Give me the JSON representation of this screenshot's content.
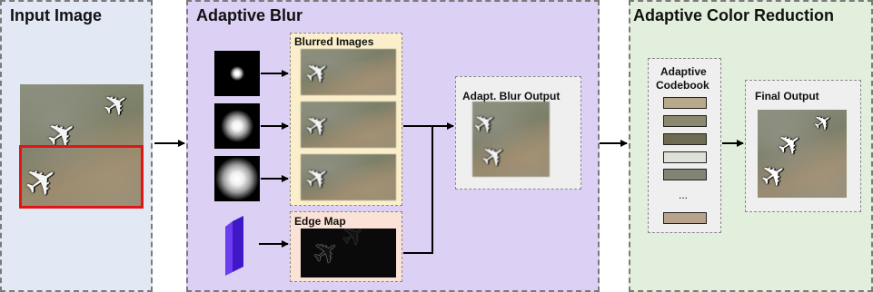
{
  "panels": {
    "input": {
      "title": "Input Image"
    },
    "blur": {
      "title": "Adaptive Blur"
    },
    "color": {
      "title": "Adaptive Color Reduction"
    }
  },
  "labels": {
    "blurred_images": "Blurred Images",
    "edge_map": "Edge Map",
    "blur_output": "Adapt. Blur Output",
    "codebook_line1": "Adaptive",
    "codebook_line2": "Codebook",
    "final_output": "Final Output",
    "ellipsis": "..."
  },
  "colors": {
    "input_panel_bg": "#e2e9f5",
    "blur_panel_bg": "#dcd0f5",
    "color_panel_bg": "#e2efdc",
    "blurred_box_bg": "#fbeecb",
    "edge_box_bg": "#fbe2d6",
    "output_box_bg": "#efefef",
    "crop_box": "#e31414",
    "edge_icon": "#6b3cf0"
  },
  "codebook_swatches": [
    "#b7a98a",
    "#8a886f",
    "#6f6a52",
    "#dde1d8",
    "#828374",
    "#b8a48c"
  ]
}
